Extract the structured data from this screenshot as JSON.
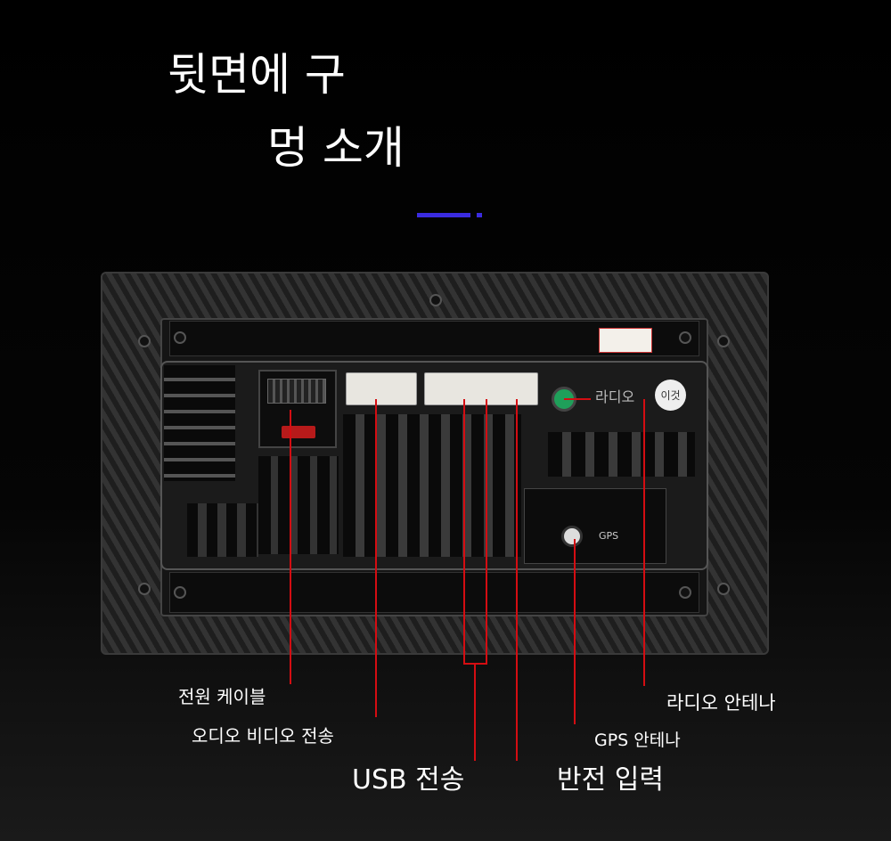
{
  "title": {
    "line1": "뒷면에 구",
    "line2": "멍 소개"
  },
  "accent_color": "#3a2be0",
  "device": {
    "radio_label": "라디오",
    "this_badge": "이것",
    "gps_label": "GPS"
  },
  "labels": {
    "power_cable": "전원 케이블",
    "audio_video": "오디오 비디오 전송",
    "usb": "USB 전송",
    "reverse_input": "반전 입력",
    "gps_antenna": "GPS 안테나",
    "radio_antenna": "라디오 안테나"
  }
}
